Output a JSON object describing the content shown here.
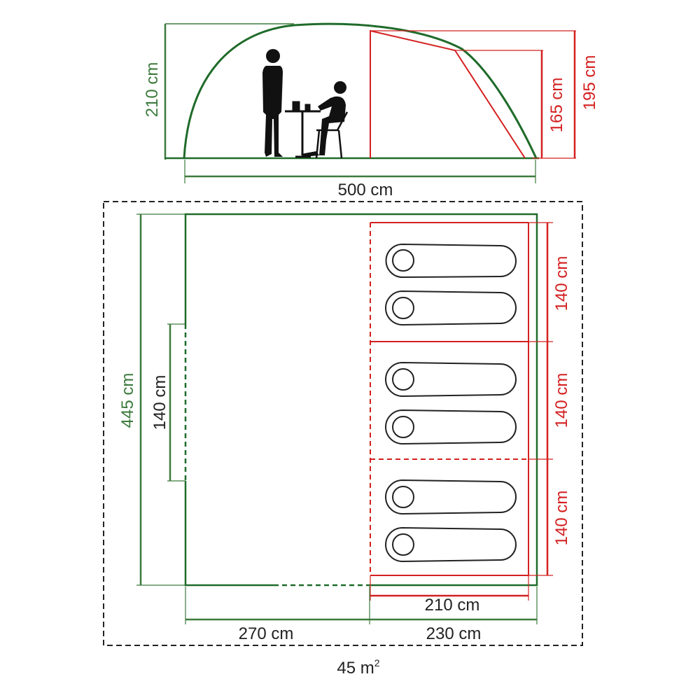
{
  "colors": {
    "tent_outline": "#1f6b2a",
    "dimension_green": "#3c7a3c",
    "bedroom_red": "#d42020",
    "outline_dark": "#222222",
    "figure_fill": "#111111"
  },
  "side_view": {
    "height_label": "210 cm",
    "length_label": "500 cm",
    "bedroom_outer_height_label": "195 cm",
    "bedroom_inner_height_label": "165 cm",
    "figures": [
      "standing-person",
      "seated-person",
      "table",
      "chair"
    ]
  },
  "floor_plan": {
    "depth_label": "445 cm",
    "door_width_label": "140 cm",
    "living_area_length_label": "270 cm",
    "bedroom_area_length_label": "230 cm",
    "bedroom_inner_length_label": "210 cm",
    "bedroom_width_labels": [
      "140 cm",
      "140 cm",
      "140 cm"
    ],
    "bedrooms": 3,
    "sleeping_bags": 6,
    "footprint_area_label": "45 m",
    "footprint_area_unit_sup": "2"
  }
}
